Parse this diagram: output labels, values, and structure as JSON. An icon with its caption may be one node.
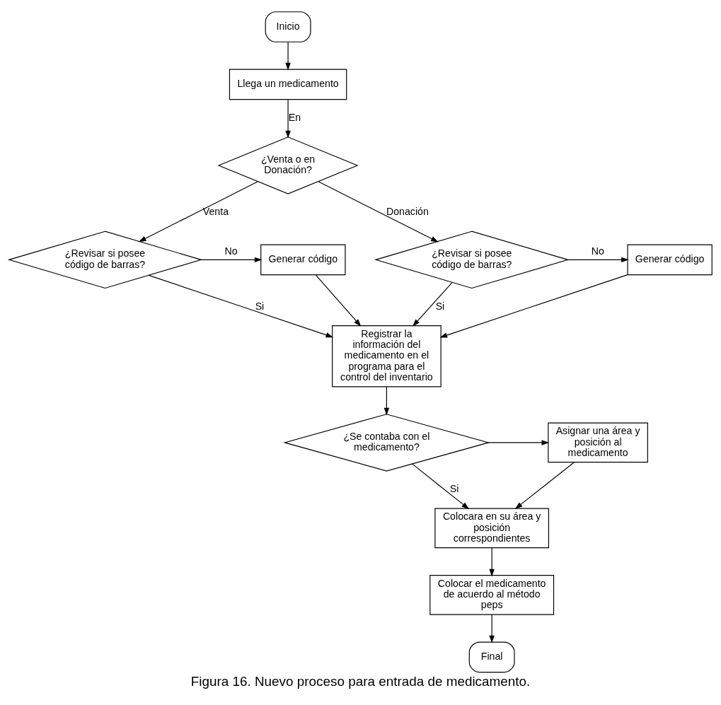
{
  "diagram": {
    "caption": "Figura 16. Nuevo proceso para entrada de medicamento.",
    "nodes": [
      {
        "text": [
          "Inicio"
        ]
      },
      {
        "text": [
          "Llega un medicamento"
        ]
      },
      {
        "text": [
          "¿Venta o en Donación?"
        ]
      },
      {
        "text": [
          "¿Revisar si posee código de barras?"
        ]
      },
      {
        "text": [
          "Generar código"
        ]
      },
      {
        "text": [
          "¿Revisar si posee código de barras?"
        ]
      },
      {
        "text": [
          "Generar código"
        ]
      },
      {
        "text": [
          "Registrar la información del medicamento en el programa para el control del inventario"
        ]
      },
      {
        "text": [
          "¿Se contaba con el medicamento?"
        ]
      },
      {
        "text": [
          "Asignar una área y posición al medicamento"
        ]
      },
      {
        "text": [
          "Colocara en su área y posición correspondientes"
        ]
      },
      {
        "text": [
          "Colocar el medicamento de acuerdo al método peps"
        ]
      },
      {
        "text": [
          "Final"
        ]
      }
    ],
    "edges": [
      {
        "from": 0,
        "to": 1,
        "arrow": "to"
      },
      {
        "from": 1,
        "to": 2,
        "arrow": "to",
        "label": "En"
      },
      {
        "from": 2,
        "to": 3,
        "arrow": "to",
        "label": "Venta"
      },
      {
        "from": 2,
        "to": 5,
        "arrow": "to",
        "label": "Donación"
      },
      {
        "from": 3,
        "to": 4,
        "arrow": "to",
        "label": "No"
      },
      {
        "from": 5,
        "to": 6,
        "arrow": "to",
        "label": "No"
      },
      {
        "from": 4,
        "to": 7,
        "arrow": "to"
      },
      {
        "from": 3,
        "to": 7,
        "arrow": "to",
        "label": "Si"
      },
      {
        "from": 6,
        "to": 7,
        "arrow": "to"
      },
      {
        "from": 5,
        "to": 7,
        "arrow": "to",
        "label": "Si"
      },
      {
        "from": 7,
        "to": 8,
        "arrow": "to"
      },
      {
        "from": 8,
        "to": 9,
        "arrow": "to"
      },
      {
        "from": 9,
        "to": 10,
        "arrow": "to"
      },
      {
        "from": 8,
        "to": 10,
        "arrow": "to",
        "label": "Si"
      },
      {
        "from": 10,
        "to": 11,
        "arrow": "to"
      },
      {
        "from": 11,
        "to": 12,
        "arrow": "to"
      }
    ]
  }
}
